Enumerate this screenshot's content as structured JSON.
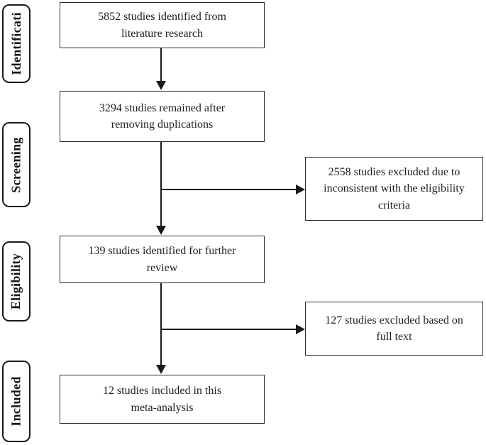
{
  "diagram_type": "prisma-flow",
  "stages": [
    {
      "label": "Identificati"
    },
    {
      "label": "Screening"
    },
    {
      "label": "Eligibility"
    },
    {
      "label": "Included"
    }
  ],
  "flow_boxes": [
    {
      "id": "identified",
      "count": 5852,
      "text": "5852 studies identified from\nliterature research"
    },
    {
      "id": "deduplicated",
      "count": 3294,
      "text": "3294 studies remained after\nremoving duplications"
    },
    {
      "id": "further-review",
      "count": 139,
      "text": "139 studies identified for further\nreview"
    },
    {
      "id": "included",
      "count": 12,
      "text": "12 studies included in this\nmeta-analysis"
    }
  ],
  "exclusion_boxes": [
    {
      "id": "excluded-eligibility",
      "count": 2558,
      "text": "2558 studies excluded due to\ninconsistent with the eligibility\ncriteria"
    },
    {
      "id": "excluded-fulltext",
      "count": 127,
      "text": "127 studies excluded based on\nfull text"
    }
  ],
  "edges": [
    {
      "from": "identified",
      "to": "deduplicated"
    },
    {
      "from": "deduplicated",
      "to": "further-review"
    },
    {
      "from": "deduplicated",
      "to": "excluded-eligibility"
    },
    {
      "from": "further-review",
      "to": "included"
    },
    {
      "from": "further-review",
      "to": "excluded-fulltext"
    }
  ],
  "colors": {
    "line": "#1a1a1a",
    "box_border": "#2b2b2b",
    "background": "#ffffff",
    "text": "#1f1f1f"
  }
}
